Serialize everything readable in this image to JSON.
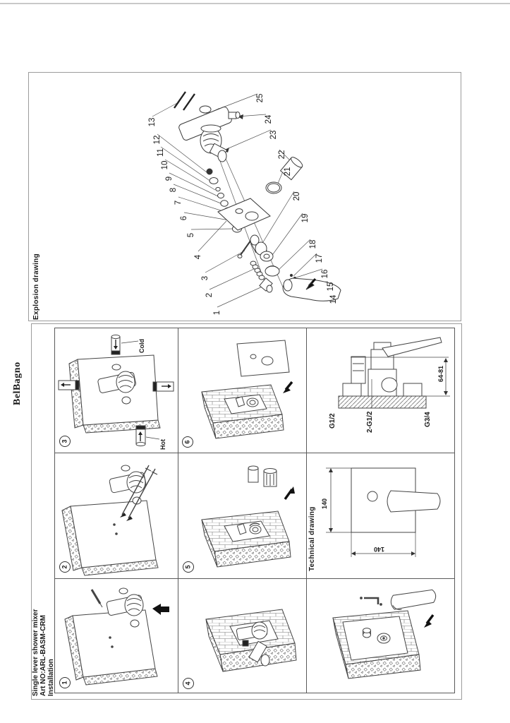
{
  "brand": {
    "logo": "BelBagno"
  },
  "header": {
    "title_lines": [
      "Single lever shower mixer",
      "Art NO:ARL-BASM-CRM",
      "Installation"
    ]
  },
  "explosion": {
    "label": "Explosion drawing",
    "parts": [
      "1",
      "2",
      "3",
      "4",
      "5",
      "6",
      "7",
      "8",
      "9",
      "10",
      "11",
      "12",
      "13",
      "14",
      "15",
      "16",
      "17",
      "18",
      "19",
      "20",
      "21",
      "22",
      "23",
      "24",
      "25"
    ]
  },
  "installation": {
    "steps": [
      "1",
      "2",
      "3",
      "4",
      "5",
      "6"
    ],
    "cold": "Cold",
    "hot": "Hot"
  },
  "technical": {
    "label": "Technical drawing",
    "width_dim": "140",
    "height_dim": "140",
    "depth_dim": "64-81",
    "threads": [
      "G1/2",
      "2-G1/2",
      "G3/4"
    ]
  }
}
